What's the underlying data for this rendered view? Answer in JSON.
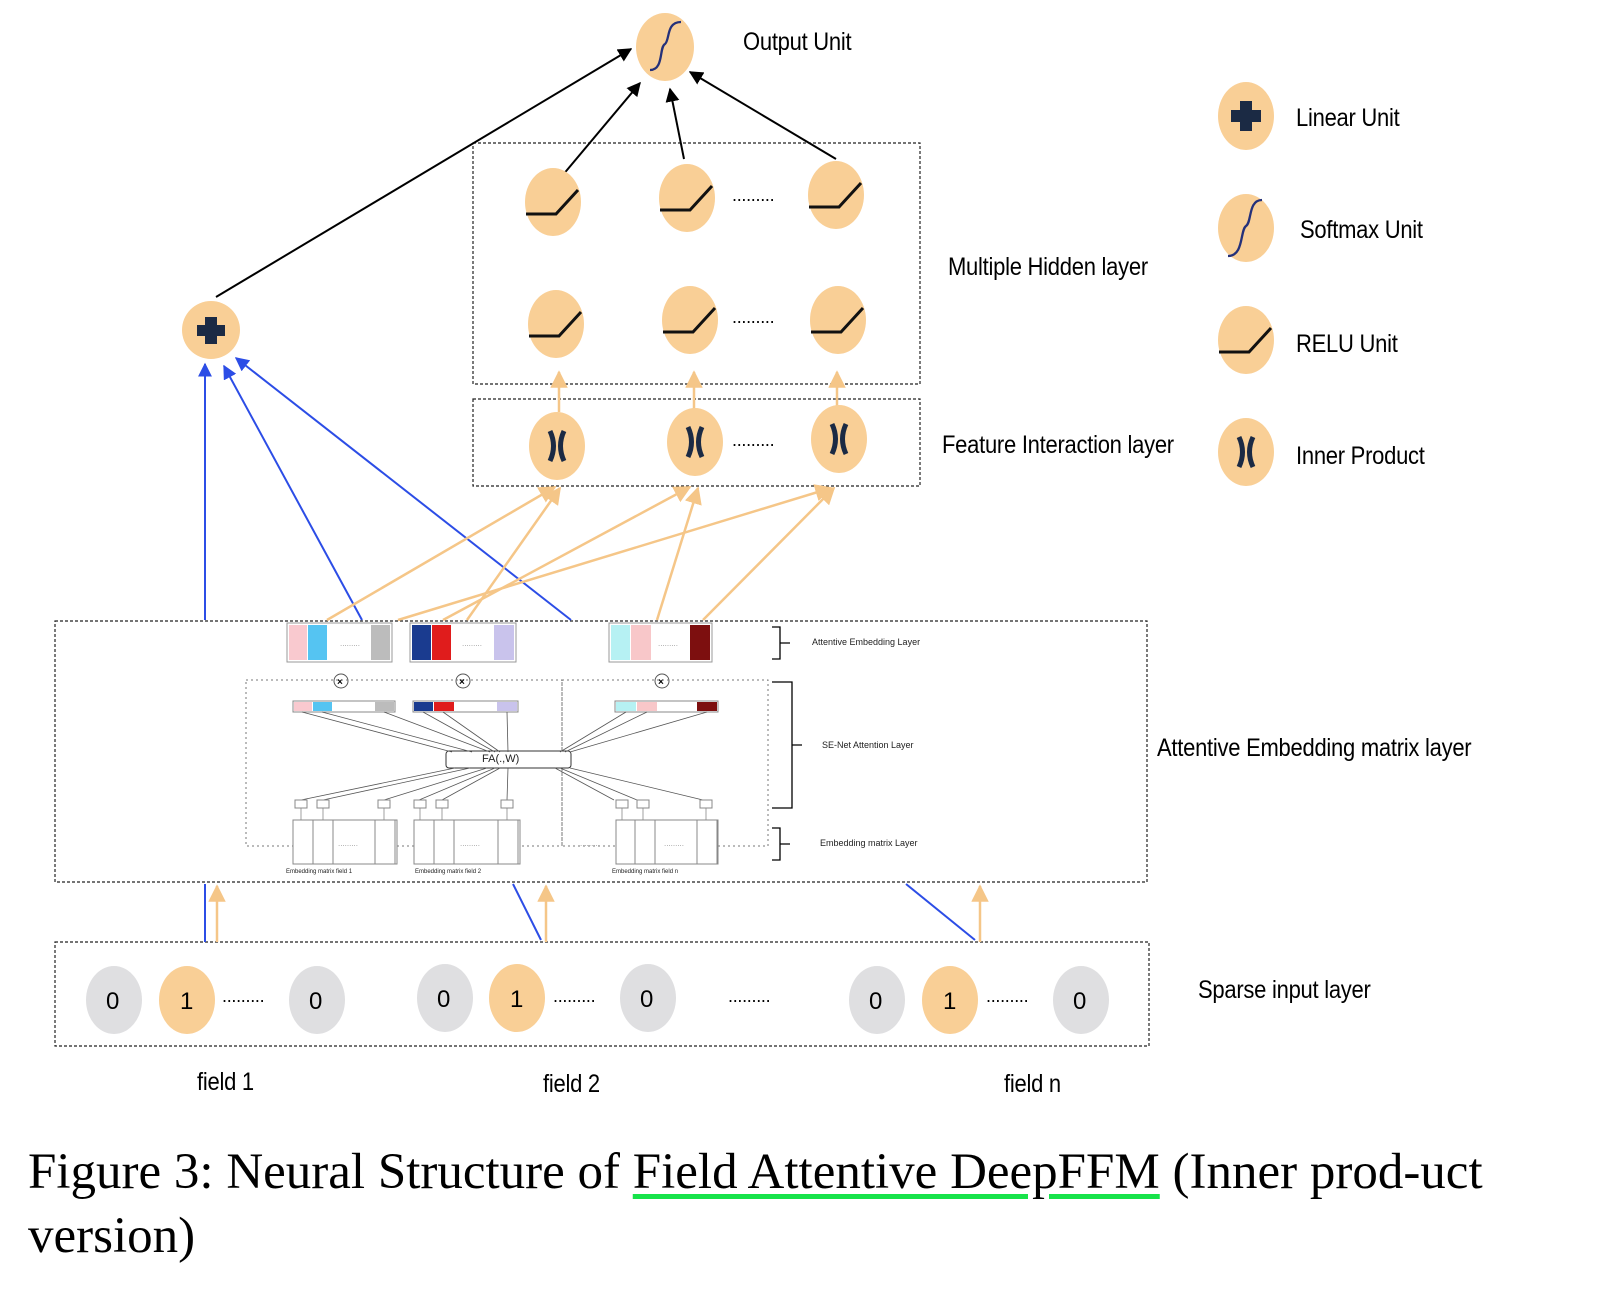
{
  "labels": {
    "output_unit": "Output Unit",
    "multiple_hidden_layer": "Multiple Hidden layer",
    "feature_interaction_layer": "Feature Interaction layer",
    "attentive_embedding_matrix_layer": "Attentive Embedding matrix layer",
    "sparse_input_layer": "Sparse input layer"
  },
  "legend": [
    {
      "icon": "plus-icon",
      "label": "Linear Unit"
    },
    {
      "icon": "sigmoid-icon",
      "label": "Softmax Unit"
    },
    {
      "icon": "relu-icon",
      "label": "RELU Unit"
    },
    {
      "icon": "cross-icon",
      "label": "Inner Product"
    }
  ],
  "fields": [
    {
      "label": "field 1",
      "values": [
        "0",
        "1",
        "0"
      ]
    },
    {
      "label": "field 2",
      "values": [
        "0",
        "1",
        "0"
      ]
    },
    {
      "label": "field n",
      "values": [
        "0",
        "1",
        "0"
      ]
    }
  ],
  "inner": {
    "attentive_embedding_layer": "Attentive Embedding Layer",
    "se_net_attention_layer": "SE-Net Attention Layer",
    "embedding_matrix_layer": "Embedding matrix Layer",
    "fa_box": "FA(.,W)",
    "matrix_labels": [
      "Embedding matrix field 1",
      "Embedding matrix field 2",
      "Embedding matrix field n"
    ]
  },
  "ellipsis": ".........",
  "caption": {
    "prefix": "Figure 3: Neural Structure of ",
    "highlight": "Field Attentive DeepFFM",
    "suffix": " (Inner prod-uct version)"
  },
  "colors": {
    "node_fill": "#f9cf96",
    "input_zero_fill": "#dfdfe1",
    "blue_edge": "#2c4de6",
    "orange_edge": "#f5c688",
    "highlight_underline": "#17e34a"
  }
}
